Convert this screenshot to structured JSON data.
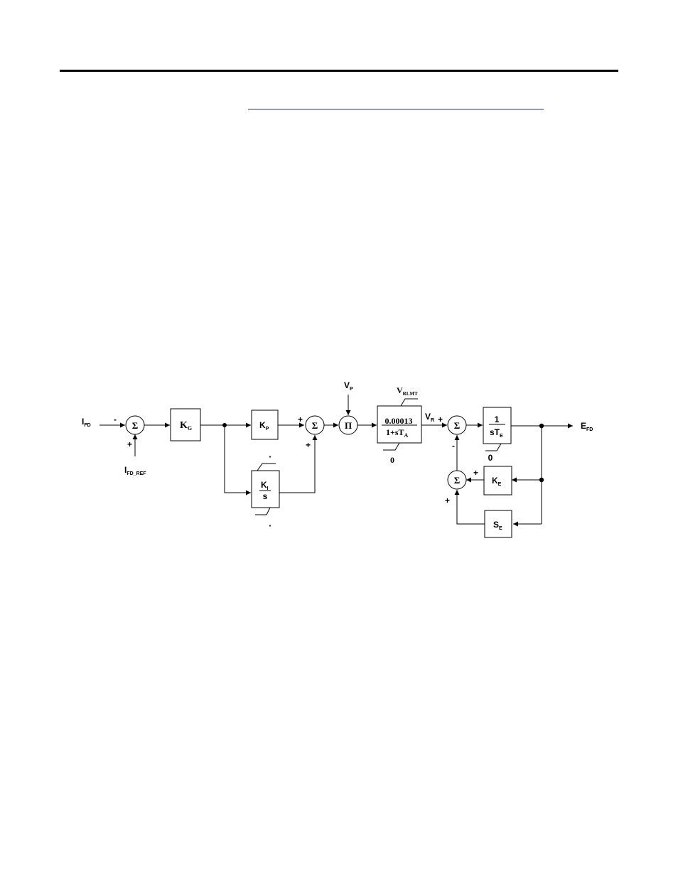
{
  "blocks": {
    "kg": {
      "main": "K",
      "sub": "G"
    },
    "kp": {
      "main": "K",
      "sub": "P"
    },
    "ki": {
      "main": "K",
      "sub": "I",
      "den": "s",
      "upper_mark": "*",
      "lower_mark": "*"
    },
    "amp": {
      "num": "0.00013",
      "den_main": "1+sT",
      "den_sub": "A",
      "lower_limit": "0"
    },
    "exciter": {
      "num": "1",
      "den_main": "sT",
      "den_sub": "E",
      "lower_limit": "0"
    },
    "ke": {
      "main": "K",
      "sub": "E"
    },
    "se": {
      "main": "S",
      "sub": "E"
    }
  },
  "junctions": {
    "sum_symbol": "Σ",
    "product_symbol": "Π"
  },
  "signals": {
    "ifd": {
      "main": "I",
      "sub": "FD"
    },
    "ifd_ref": {
      "main": "I",
      "sub": "FD_REF"
    },
    "vp": {
      "main": "V",
      "sub": "P"
    },
    "vrlmt": {
      "main": "V",
      "sub": "RLMT"
    },
    "vr": {
      "main": "V",
      "sub": "R"
    },
    "efd": {
      "main": "E",
      "sub": "FD"
    }
  },
  "signs": {
    "sum1_ifd": "-",
    "sum1_ref": "+",
    "sum2_kp": "+",
    "sum2_ki": "+",
    "sum3_vr": "+",
    "sum3_fb": "-",
    "sum4_ke": "+",
    "sum4_se": "+"
  },
  "colors": {
    "line": "#000000",
    "rule_accent": "#2c2c6e"
  }
}
